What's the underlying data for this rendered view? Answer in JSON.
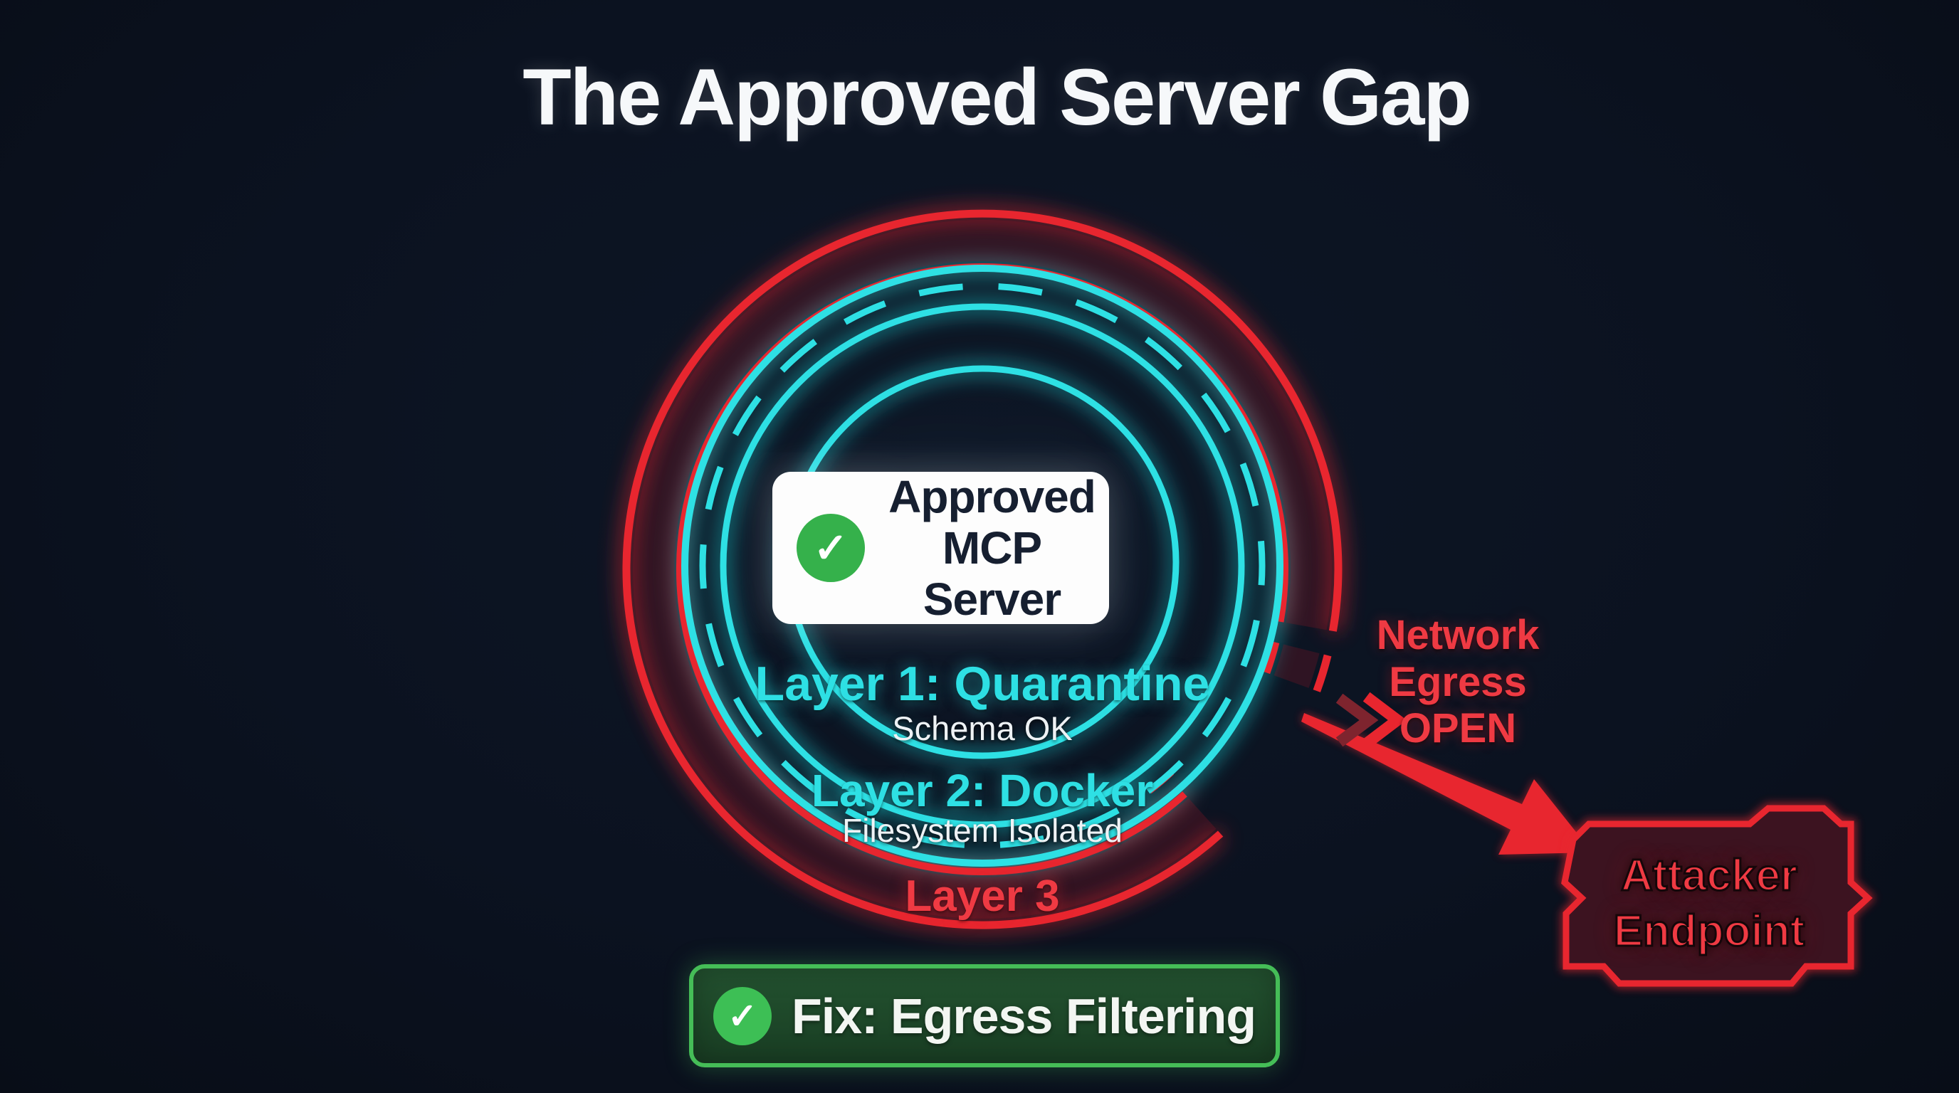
{
  "title": "The Approved Server Gap",
  "colors": {
    "white": "#f6f8fa",
    "cyan": "#2ee0e4",
    "red": "#e8262f",
    "red-text": "#ef3a43",
    "green": "#45bd57",
    "green-bright": "#3dbf55",
    "green-badge": "#35b14b",
    "maroon-fill": "#3c1320",
    "bg": "#0b1220"
  },
  "center_card": {
    "check_icon": "✓",
    "line1": "Approved",
    "line2": "MCP Server"
  },
  "layers": [
    {
      "label": "Layer 1: Quarantine",
      "status": "Schema OK"
    },
    {
      "label": "Layer 2: Docker",
      "status": "Filesystem Isolated"
    },
    {
      "label": "Layer 3",
      "status": ""
    }
  ],
  "egress_callout": {
    "line1": "Network",
    "line2": "Egress",
    "line3": "OPEN"
  },
  "attacker": {
    "line1": "Attacker",
    "line2": "Endpoint"
  },
  "fix_banner": {
    "check_icon": "✓",
    "label": "Fix: Egress Filtering"
  }
}
